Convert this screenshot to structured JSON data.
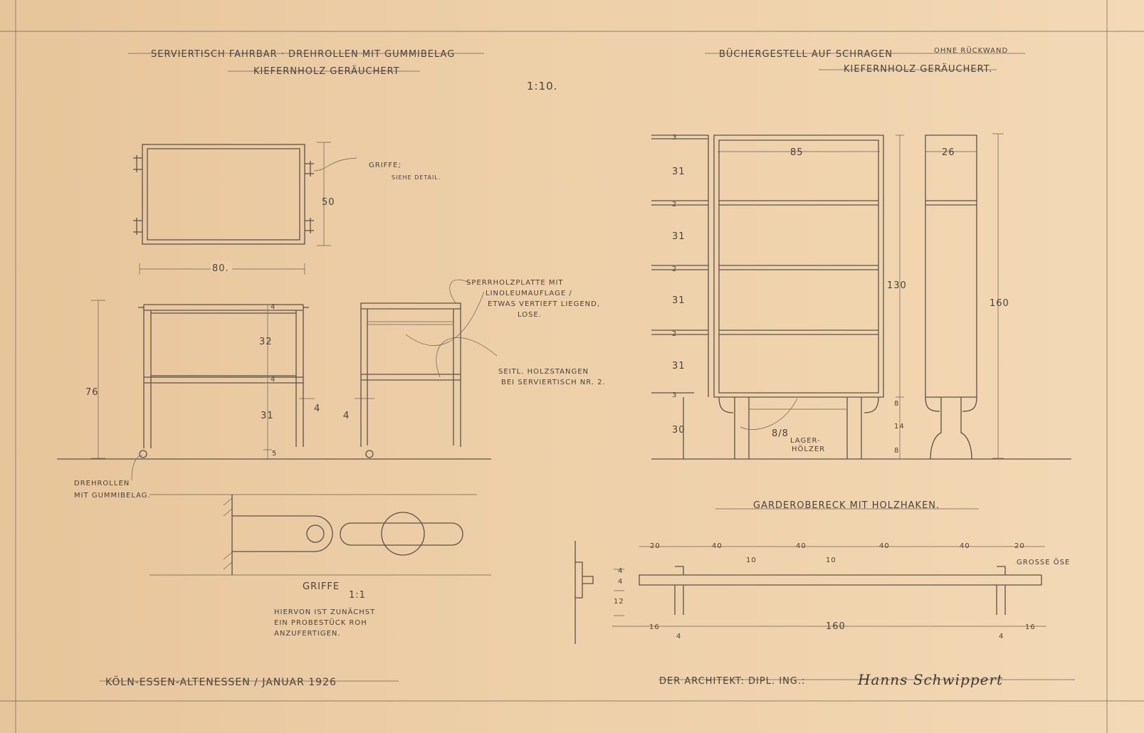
{
  "scale": "1:10.",
  "serviertisch": {
    "title": "SERVIERTISCH FAHRBAR · DREHROLLEN MIT GUMMIBELAG",
    "subtitle": "KIEFERNHOLZ GERÄUCHERT",
    "griffe_note": "GRIFFE;",
    "griffe_note2": "SIEHE DETAIL.",
    "dims": {
      "depth": "50",
      "width": "80.",
      "height": "76",
      "top": "4",
      "upper": "32",
      "mid": "4",
      "lower": "31",
      "bottom": "5",
      "leg_front": "4",
      "leg_side": "4"
    },
    "note_plate": [
      "SPERRHOLZPLATTE MIT",
      "LINOLEUMAUFLAGE /",
      "ETWAS VERTIEFT LIEGEND,",
      "LOSE."
    ],
    "note_rods": [
      "SEITL. HOLZSTANGEN",
      "BEI SERVIERTISCH NR. 2."
    ],
    "note_casters": [
      "DREHROLLEN",
      "MIT GUMMIBELAG."
    ]
  },
  "griffe_detail": {
    "title": "GRIFFE",
    "scale": "1:1",
    "note": [
      "HIERVON IST ZUNÄCHST",
      "EIN PROBESTÜCK ROH",
      "ANZUFERTIGEN."
    ]
  },
  "buechergestell": {
    "title": "BÜCHERGESTELL AUF SCHRAGEN",
    "title_note": "OHNE RÜCKWAND",
    "subtitle": "KIEFERNHOLZ GERÄUCHERT.",
    "left_dims": [
      "3",
      "31",
      "2",
      "31",
      "2",
      "31",
      "2",
      "31",
      "3",
      "30"
    ],
    "width": "85",
    "height": "130",
    "depth": "26",
    "total_height": "160",
    "base_dims": [
      "8",
      "14",
      "8"
    ],
    "lager": "8/8",
    "lager_label": [
      "LAGER-",
      "HÖLZER"
    ]
  },
  "garderobe": {
    "title": "GARDEROBERECK MIT HOLZHAKEN.",
    "top_dims": [
      "20",
      "40",
      "40",
      "40",
      "40",
      "20"
    ],
    "small_dims": [
      "10",
      "10"
    ],
    "side_dims": [
      "4",
      "4",
      "12"
    ],
    "bottom_dims": [
      "16",
      "4",
      "160",
      "4",
      "16"
    ],
    "oese": "GROSSE ÖSE"
  },
  "footer": {
    "place_date": "KÖLN-ESSEN-ALTENESSEN / JANUAR 1926",
    "architect": "DER ARCHITEKT: DIPL. ING.:",
    "signature": "Hanns Schwippert"
  }
}
